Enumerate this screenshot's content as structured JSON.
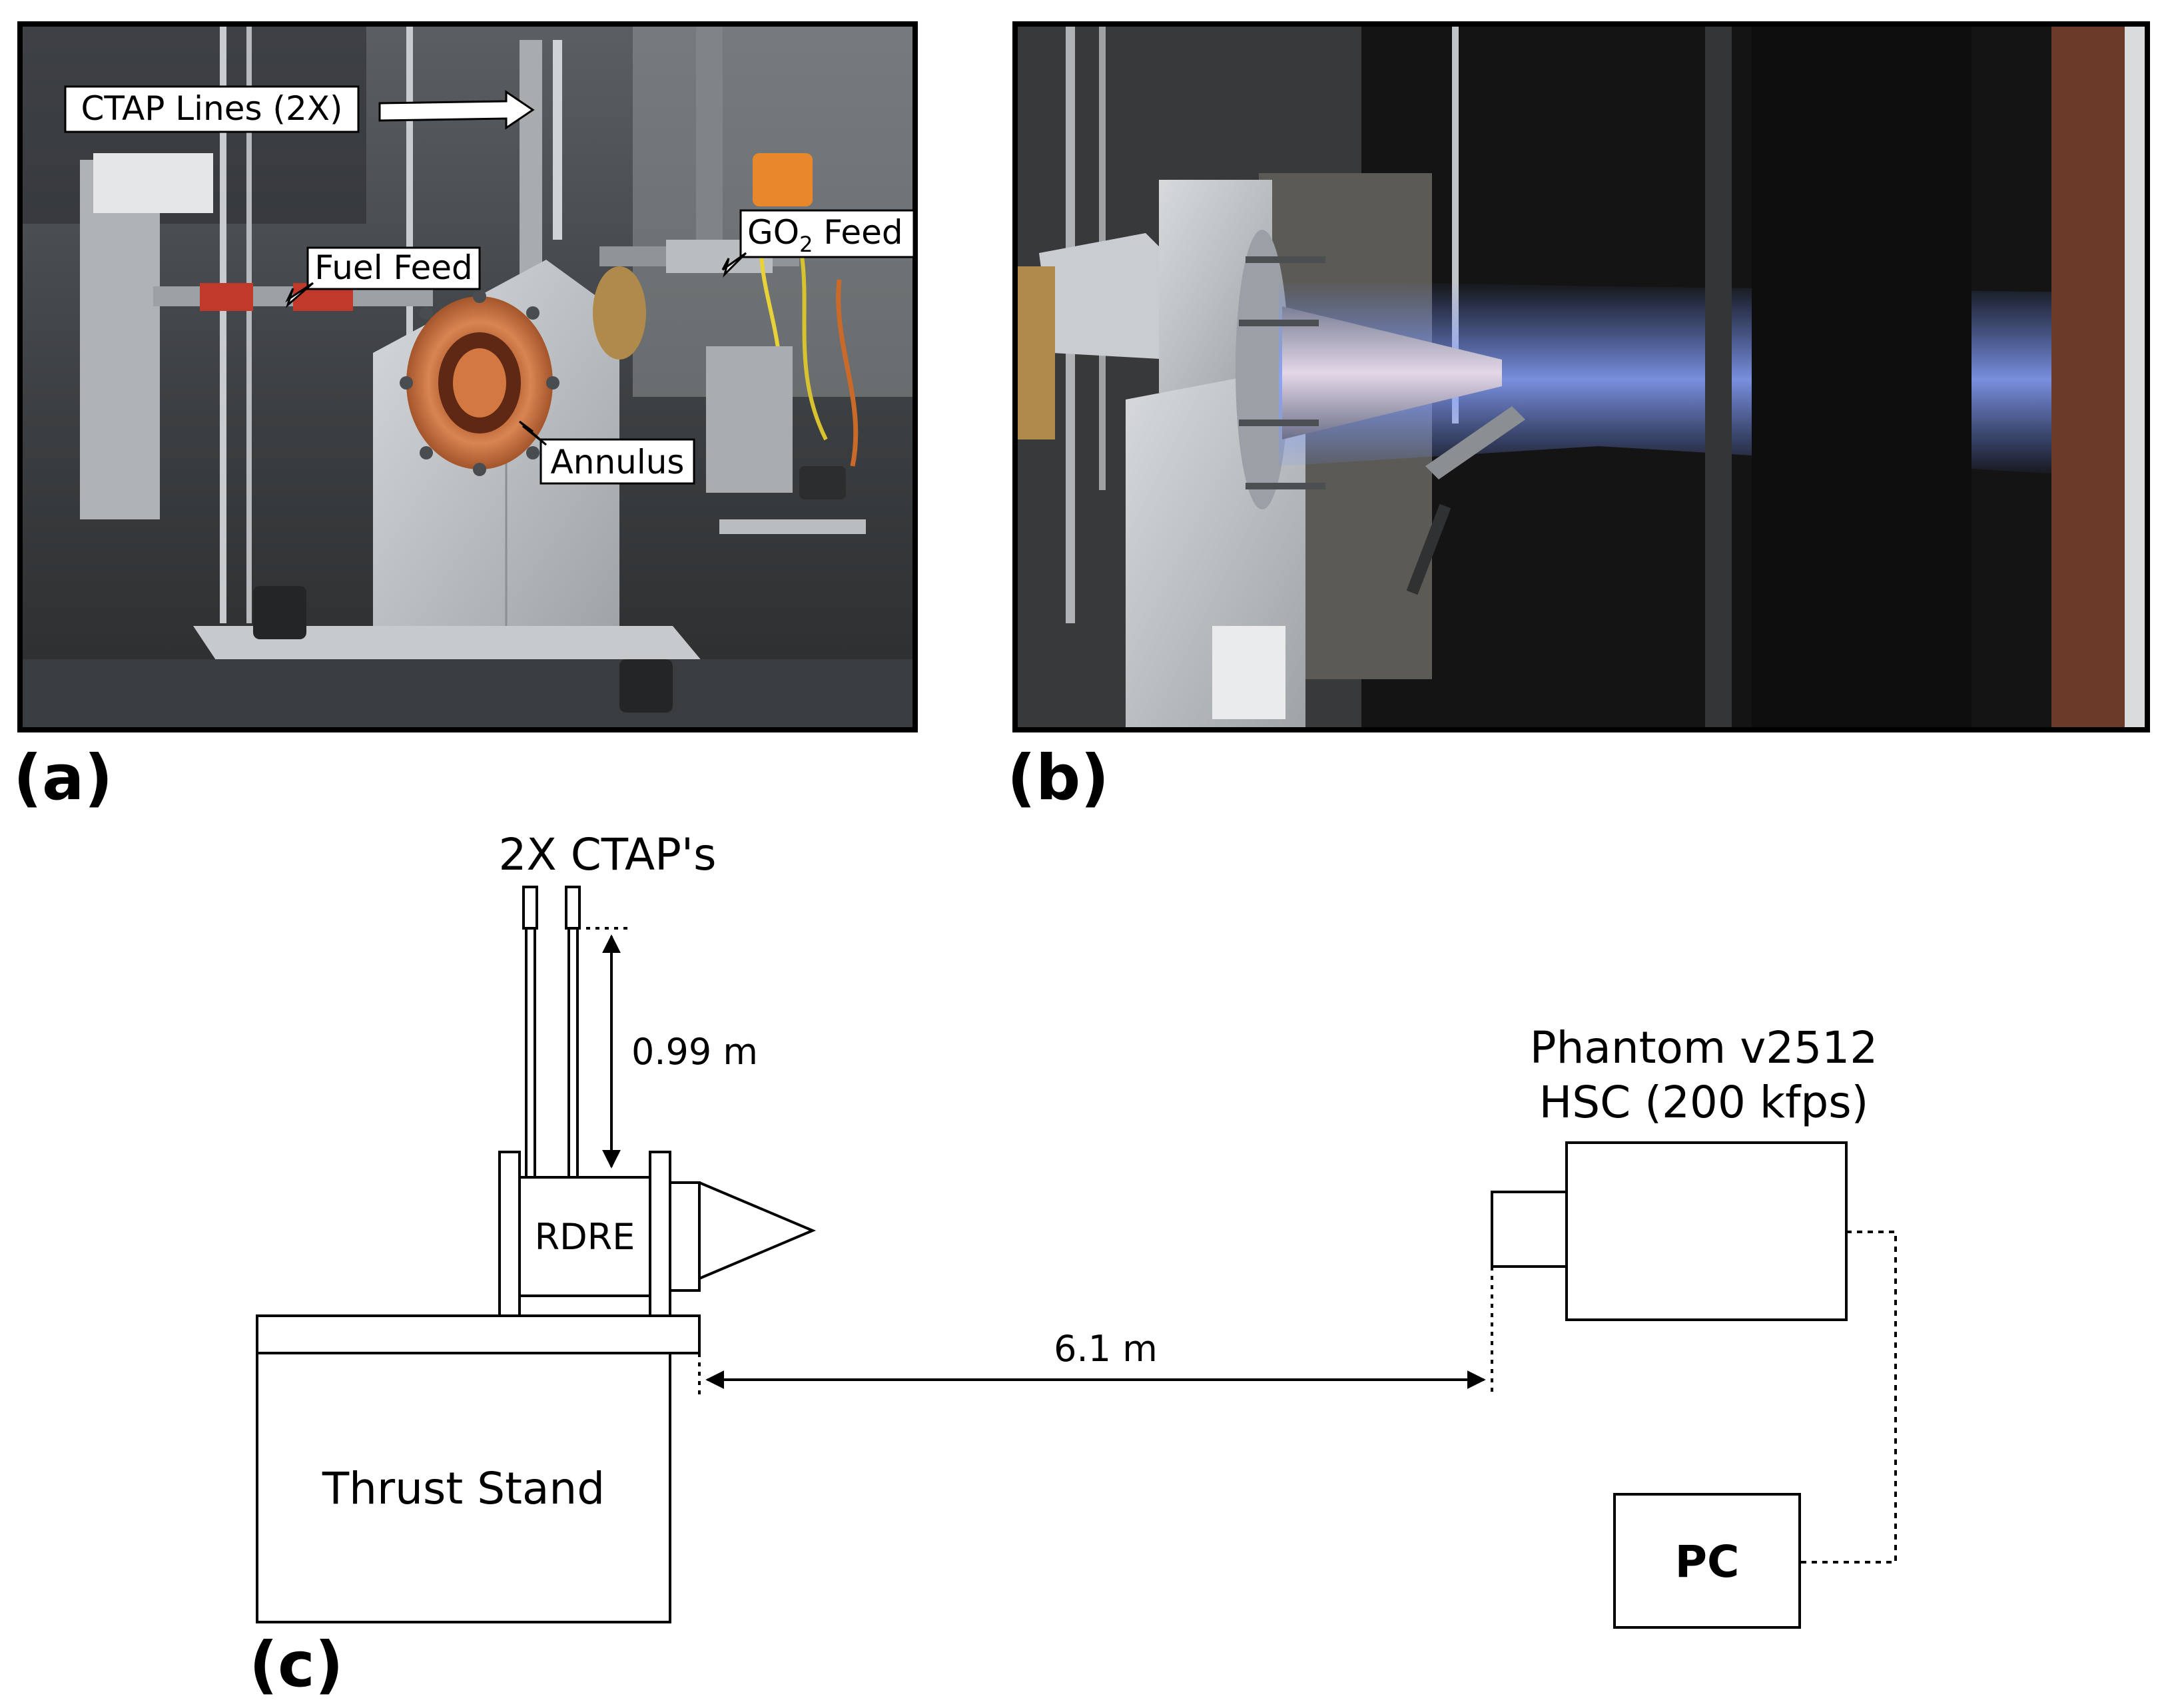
{
  "panels": {
    "a": {
      "label": "(a)"
    },
    "b": {
      "label": "(b)"
    },
    "c": {
      "label": "(c)"
    }
  },
  "callouts": {
    "ctap_lines": "CTAP Lines (2X)",
    "fuel_feed": "Fuel Feed",
    "go2_prefix": "GO",
    "go2_subscript": "2",
    "go2_suffix": " Feed",
    "annulus": "Annulus"
  },
  "diagram": {
    "ctaps": "2X CTAP's",
    "ctap_height": "0.99 m",
    "rdre": "RDRE",
    "thrust_stand": "Thrust Stand",
    "camera_line1": "Phantom v2512",
    "camera_line2": "HSC (200 kfps)",
    "distance": "6.1 m",
    "pc": "PC"
  },
  "colors": {
    "copper": "#c8703c",
    "aluminum": "#b8bcc0",
    "plume": "#6f8fff",
    "background_dark": "#141414"
  }
}
